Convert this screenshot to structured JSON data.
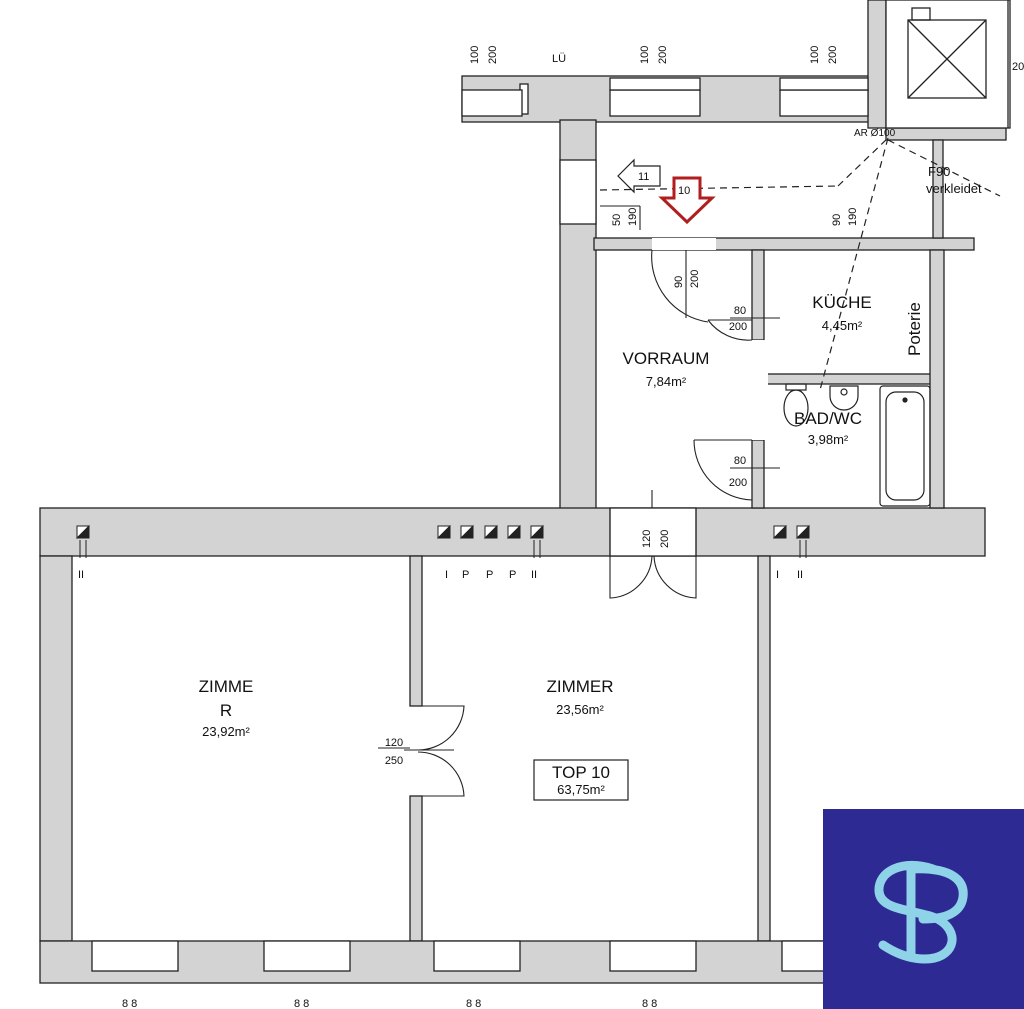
{
  "colors": {
    "wall": "#d3d3d3",
    "wall_line": "#222222",
    "arrow": "#b11e1e",
    "logo_bg": "#2e2a94",
    "logo_mark": "#8fd3e8"
  },
  "rooms": {
    "zimmer_left": {
      "name_line1": "ZIMME",
      "name_line2": "R",
      "area": "23,92m²"
    },
    "zimmer_mid": {
      "name": "ZIMMER",
      "area": "23,56m²"
    },
    "vorraum": {
      "name": "VORRAUM",
      "area": "7,84m²"
    },
    "kueche": {
      "name": "KÜCHE",
      "area": "4,45m²"
    },
    "bad": {
      "name": "BAD/WC",
      "area": "3,98m²"
    }
  },
  "unit": {
    "name": "TOP 10",
    "area": "63,75m²"
  },
  "annotations": {
    "ar": "AR Ø100",
    "f90": "F90",
    "verkleidet": "verkleidet",
    "poterie": "Poterie",
    "lo": "LÜ",
    "stair_11": "11",
    "stair_10": "10"
  },
  "dimensions": {
    "win_top_1a": "100",
    "win_top_1b": "200",
    "win_top_2a": "100",
    "win_top_2b": "200",
    "win_top_3a": "100",
    "win_top_3b": "200",
    "corr_1a": "50",
    "corr_1b": "190",
    "corr_2a": "90",
    "corr_2b": "190",
    "entry_a": "90",
    "entry_b": "200",
    "kue_door_a": "80",
    "kue_door_b": "200",
    "bad_door_a": "80",
    "bad_door_b": "200",
    "vorraum_door_a": "120",
    "vorraum_door_b": "200",
    "zimmer_door_a": "120",
    "zimmer_door_b": "250",
    "right_edge": "20",
    "bottom_1": "8 8",
    "bottom_2": "8 8",
    "bottom_3": "8 8",
    "bottom_4": "8 8"
  },
  "vent_labels": {
    "left": "II",
    "mid_1": "I",
    "mid_2": "P",
    "mid_3": "P",
    "mid_4": "P",
    "mid_5": "II",
    "right_1": "I",
    "right_2": "II"
  },
  "logo": {
    "letters": "SP"
  }
}
